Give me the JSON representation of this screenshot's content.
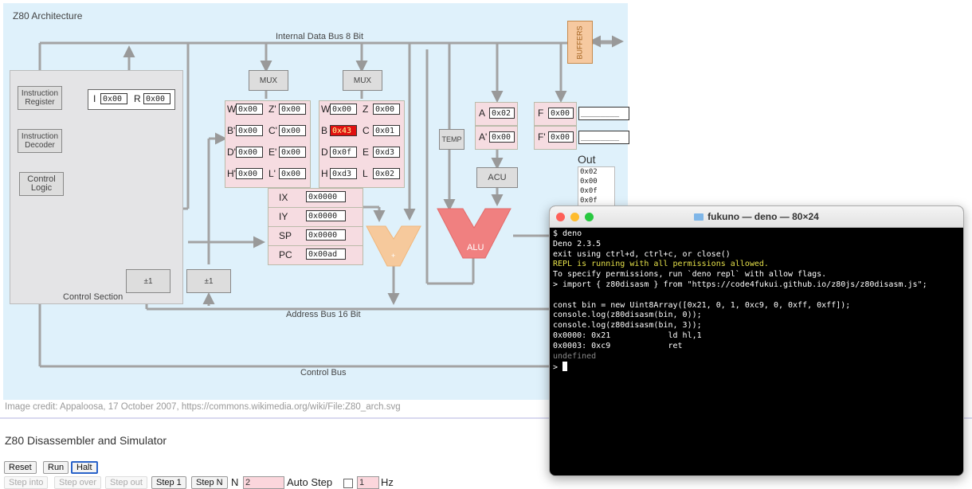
{
  "diagram": {
    "title": "Z80 Architecture",
    "data_bus": "Internal Data Bus 8 Bit",
    "address_bus": "Address Bus 16 Bit",
    "control_bus": "Control Bus",
    "buffers": "BUFFERS",
    "control_section": "Control Section",
    "instruction_register": "Instruction Register",
    "instruction_decoder": "Instruction Decoder",
    "control_logic": "Control Logic",
    "mux1": "MUX",
    "mux2": "MUX",
    "temp": "TEMP",
    "acu": "ACU",
    "alu": "ALU",
    "plus": "+",
    "inc1": "±1",
    "inc2": "±1",
    "out_label": "Out",
    "out_lines": [
      "0x02",
      "0x00",
      "0x0f",
      "0x0f"
    ],
    "ir": [
      {
        "name": "I",
        "value": "0x00"
      },
      {
        "name": "R",
        "value": "0x00"
      }
    ],
    "alt_regs": [
      {
        "l": "W'",
        "lv": "0x00",
        "r": "Z'",
        "rv": "0x00"
      },
      {
        "l": "B'",
        "lv": "0x00",
        "r": "C'",
        "rv": "0x00"
      },
      {
        "l": "D'",
        "lv": "0x00",
        "r": "E'",
        "rv": "0x00"
      },
      {
        "l": "H'",
        "lv": "0x00",
        "r": "L'",
        "rv": "0x00"
      }
    ],
    "main_regs": [
      {
        "l": "W",
        "lv": "0x00",
        "r": "Z",
        "rv": "0x00"
      },
      {
        "l": "B",
        "lv": "0x43",
        "r": "C",
        "rv": "0x01"
      },
      {
        "l": "D",
        "lv": "0x0f",
        "r": "E",
        "rv": "0xd3"
      },
      {
        "l": "H",
        "lv": "0xd3",
        "r": "L",
        "rv": "0x02"
      }
    ],
    "wide_regs": [
      {
        "name": "IX",
        "value": "0x0000"
      },
      {
        "name": "IY",
        "value": "0x0000"
      },
      {
        "name": "SP",
        "value": "0x0000"
      },
      {
        "name": "PC",
        "value": "0x00ad"
      }
    ],
    "acc": [
      {
        "name": "A",
        "value": "0x02"
      },
      {
        "name": "A'",
        "value": "0x00"
      }
    ],
    "flags": [
      {
        "name": "F",
        "value": "0x00"
      },
      {
        "name": "F'",
        "value": "0x00"
      }
    ],
    "flag_bits": [
      "________",
      "________"
    ],
    "highlight_color": "#e01010"
  },
  "credit": "Image credit: Appaloosa, 17 October 2007, https://commons.wikimedia.org/wiki/File:Z80_arch.svg",
  "section_title": "Z80 Disassembler and Simulator",
  "controls": {
    "reset": "Reset",
    "run": "Run",
    "halt": "Halt",
    "step_into": "Step into",
    "step_over": "Step over",
    "step_out": "Step out",
    "step1": "Step 1",
    "stepn": "Step N",
    "n_label": "N",
    "n_value": "2",
    "auto_step": "Auto Step",
    "hz_value": "1",
    "hz": "Hz"
  },
  "terminal": {
    "title": "fukuno — deno — 80×24",
    "lines": [
      {
        "t": "$ deno",
        "c": "#ffffff"
      },
      {
        "t": "Deno 2.3.5",
        "c": "#ffffff"
      },
      {
        "t": "exit using ctrl+d, ctrl+c, or close()",
        "c": "#ffffff"
      },
      {
        "t": "REPL is running with all permissions allowed.",
        "c": "#e5e04a"
      },
      {
        "t": "To specify permissions, run `deno repl` with allow flags.",
        "c": "#ffffff"
      },
      {
        "t": "> import { z80disasm } from \"https://code4fukui.github.io/z80js/z80disasm.js\";",
        "c": "#ffffff"
      },
      {
        "t": "",
        "c": "#ffffff"
      },
      {
        "t": "const bin = new Uint8Array([0x21, 0, 1, 0xc9, 0, 0xff, 0xff]);",
        "c": "#ffffff"
      },
      {
        "t": "console.log(z80disasm(bin, 0));",
        "c": "#ffffff"
      },
      {
        "t": "console.log(z80disasm(bin, 3));",
        "c": "#ffffff"
      },
      {
        "t": "0x0000: 0x21            ld hl,1",
        "c": "#ffffff"
      },
      {
        "t": "0x0003: 0xc9            ret",
        "c": "#ffffff"
      },
      {
        "t": "undefined",
        "c": "#888888"
      },
      {
        "t": "> ",
        "c": "#ffffff"
      }
    ]
  }
}
